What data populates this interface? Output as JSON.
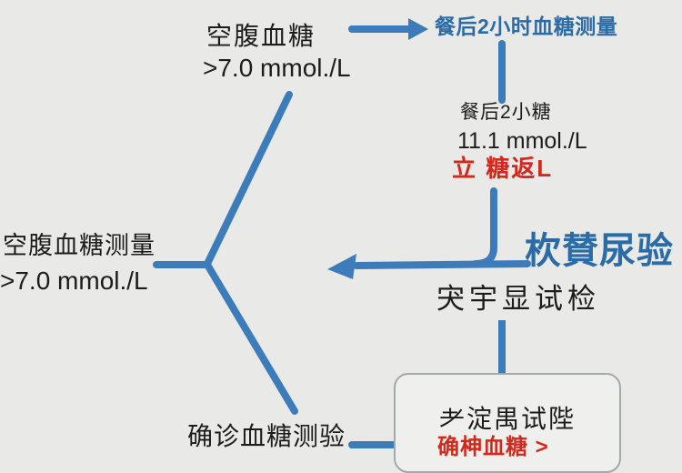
{
  "colors": {
    "bg": "#e9e9e7",
    "line_blue": "#3c7cba",
    "text_blue": "#2b6ca6",
    "text_black": "#1c1c1c",
    "text_red": "#d3281c",
    "box_border": "#a3a8ab",
    "box_fill": "#efefed"
  },
  "nodes": {
    "fasting_top": {
      "title": "空腹血糖",
      "value": ">7.0 mmol./L"
    },
    "postprandial_title": "餐后2小时血糖测量",
    "postprandial_result": {
      "line1": "餐后2小糖",
      "line2": "11.1 mmol./L",
      "line3_red": "立 糖返L"
    },
    "urine_test": "杴賛尿验",
    "mid_test": "宊宇显试检",
    "fasting_left": {
      "title": "空腹血糖测量",
      "value": ">7.0 mmol./L"
    },
    "confirm_bottom": "确诊血糖测验",
    "box": {
      "title": "耂淀禺试陛",
      "subtitle_red": "确柛血糖 >"
    }
  }
}
